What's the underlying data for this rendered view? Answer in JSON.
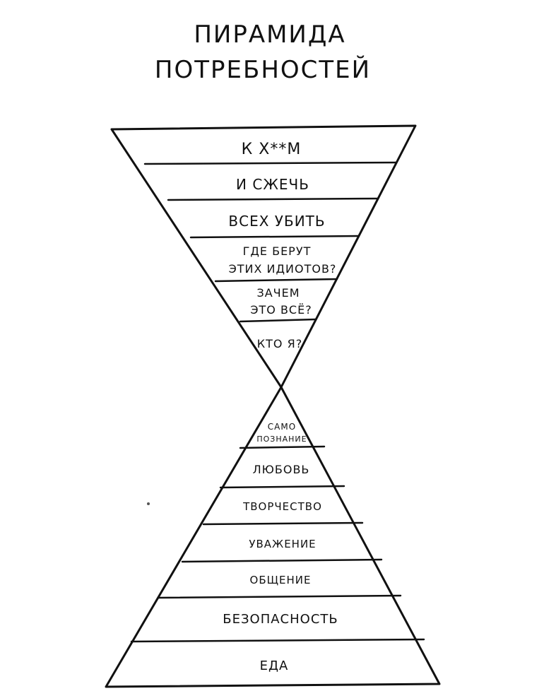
{
  "title": {
    "line1": "ПИРАМИДА",
    "line2": "ПОТРЕБНОСТЕЙ"
  },
  "top_pyramid": {
    "levels": [
      {
        "lines": [
          "К Х**М"
        ]
      },
      {
        "lines": [
          "И СЖЕЧЬ"
        ]
      },
      {
        "lines": [
          "ВСЕХ УБИТЬ"
        ]
      },
      {
        "lines": [
          "ГДЕ БЕРУТ",
          "ЭТИХ ИДИОТОВ?"
        ]
      },
      {
        "lines": [
          "ЗАЧЕМ",
          "ЭТО ВСЁ?"
        ]
      },
      {
        "lines": [
          "КТО Я?"
        ]
      }
    ]
  },
  "bottom_pyramid": {
    "levels": [
      {
        "lines": [
          "САМО",
          "ПОЗНАНИЕ"
        ]
      },
      {
        "lines": [
          "ЛЮБОВЬ"
        ]
      },
      {
        "lines": [
          "ТВОРЧЕСТВО"
        ]
      },
      {
        "lines": [
          "УВАЖЕНИЕ"
        ]
      },
      {
        "lines": [
          "ОБЩЕНИЕ"
        ]
      },
      {
        "lines": [
          "БЕЗОПАСНОСТЬ"
        ]
      },
      {
        "lines": [
          "ЕДА"
        ]
      }
    ]
  }
}
